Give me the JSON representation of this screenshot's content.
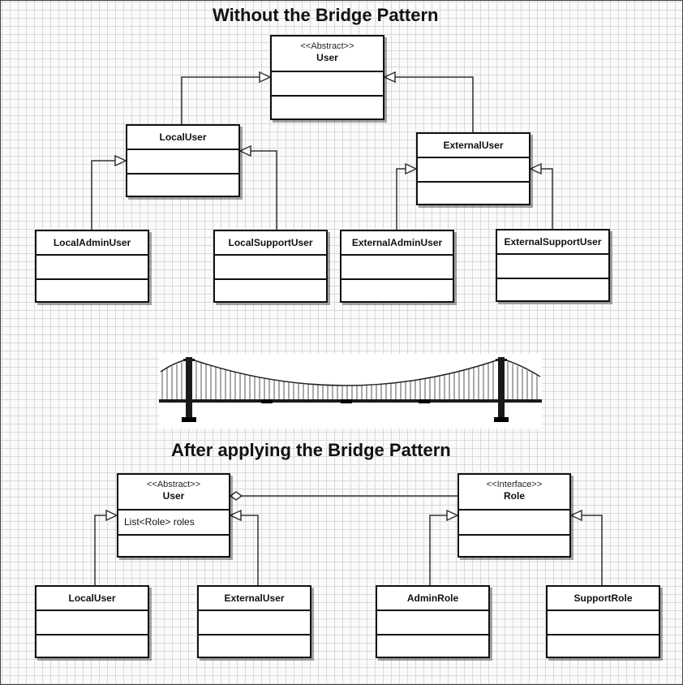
{
  "diagram": {
    "title_before": "Without the Bridge Pattern",
    "title_after": "After applying the Bridge Pattern",
    "before": {
      "user": {
        "stereotype": "<<Abstract>>",
        "name": "User"
      },
      "local_user": {
        "name": "LocalUser"
      },
      "external_user": {
        "name": "ExternalUser"
      },
      "local_admin_user": {
        "name": "LocalAdminUser"
      },
      "local_support_user": {
        "name": "LocalSupportUser"
      },
      "external_admin_user": {
        "name": "ExternalAdminUser"
      },
      "external_support_user": {
        "name": "ExternalSupportUser"
      }
    },
    "after": {
      "user": {
        "stereotype": "<<Abstract>>",
        "name": "User",
        "attribute": "List<Role> roles"
      },
      "role": {
        "stereotype": "<<Interface>>",
        "name": "Role"
      },
      "local_user": {
        "name": "LocalUser"
      },
      "external_user": {
        "name": "ExternalUser"
      },
      "admin_role": {
        "name": "AdminRole"
      },
      "support_role": {
        "name": "SupportRole"
      }
    }
  },
  "colors": {
    "line": "#333333",
    "grid": "#d9d9d9",
    "box_border": "#111111",
    "bridge": "#1a1a1a"
  }
}
